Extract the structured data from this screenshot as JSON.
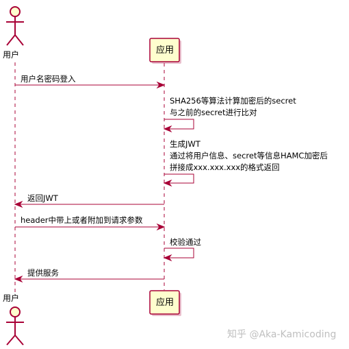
{
  "participants": {
    "user": "用户",
    "app": "应用"
  },
  "messages": [
    {
      "id": "login",
      "text": "用户名密码登入"
    },
    {
      "id": "verify",
      "lines": [
        "SHA256等算法计算加密后的secret",
        "与之前的secret进行比对"
      ]
    },
    {
      "id": "genjwt",
      "lines": [
        "生成JWT",
        "通过将用户信息、secret等信息HAMC加密后",
        "拼接成xxx.xxx.xxx的格式返回"
      ]
    },
    {
      "id": "return",
      "text": "返回JWT"
    },
    {
      "id": "request",
      "text": "header中带上或者附加到请求参数"
    },
    {
      "id": "check",
      "text": "校验通过"
    },
    {
      "id": "serve",
      "text": "提供服务"
    }
  ],
  "watermark": "知乎 @Aka-Kamicoding",
  "colors": {
    "arrow": "#A80036",
    "participant_fill": "#FEFECE",
    "lifeline": "#A80036"
  }
}
